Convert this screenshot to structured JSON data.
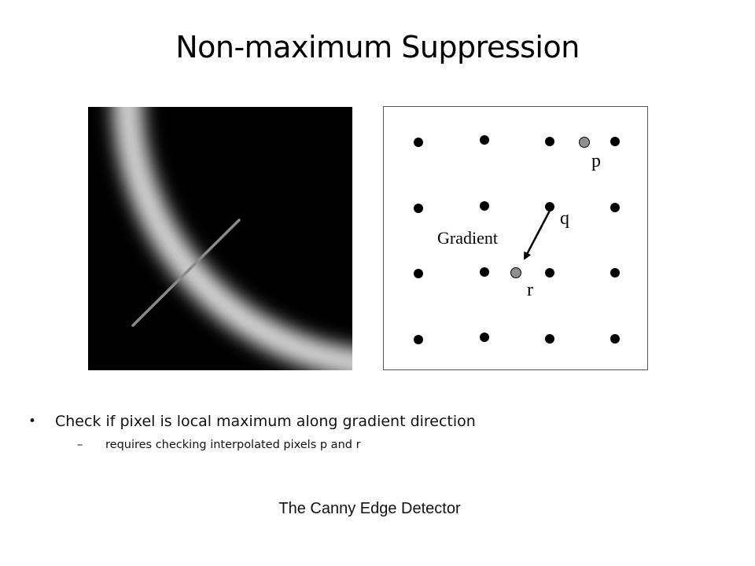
{
  "slide": {
    "title": "Non-maximum Suppression",
    "footer": "The Canny Edge Detector"
  },
  "figure_right": {
    "label_p": "p",
    "label_q": "q",
    "label_r": "r",
    "label_gradient": "Gradient"
  },
  "bullets": [
    {
      "text": "Check if pixel is local maximum along gradient direction",
      "marker": "•"
    }
  ],
  "sub_bullets": [
    {
      "text": "requires checking interpolated pixels p and r",
      "marker": "–"
    }
  ],
  "colors": {
    "background": "#ffffff",
    "figure_left_bg": "#000000",
    "dot": "#000000",
    "interpolated_dot": "#8f8f8f",
    "gradient_line": "#8a8a8a"
  }
}
